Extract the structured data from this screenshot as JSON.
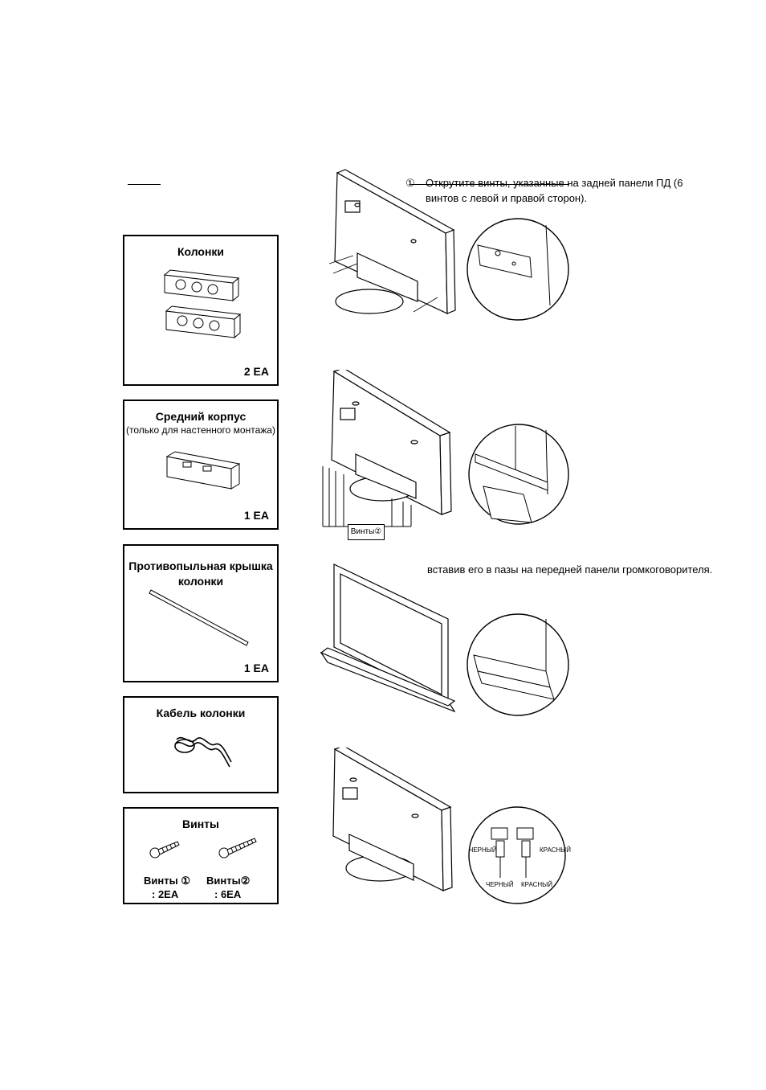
{
  "header": {},
  "parts": [
    {
      "title": "Колонки",
      "subtitle": "",
      "quantity": "2 EA"
    },
    {
      "title": "Средний корпус",
      "subtitle": "(только для настенного монтажа)",
      "quantity": "1 EA"
    },
    {
      "title": "Противопыльная крышка",
      "title2": "колонки",
      "quantity": "1 EA"
    },
    {
      "title": "Кабель колонки",
      "quantity": ""
    },
    {
      "title": "Винты",
      "screw1_label": "Винты ①",
      "screw1_qty": ": 2EA",
      "screw2_label": "Винты②",
      "screw2_qty": ": 6EA"
    }
  ],
  "steps": [
    {
      "marker": "①",
      "text_line1": "Открутите винты, указанные на задней панели ПД (6",
      "text_line2": "винтов с левой и правой сторон)."
    },
    {
      "callout": "Винты②"
    },
    {
      "text": "вставив его в пазы на передней панели громкоговорителя."
    },
    {
      "wire_left": "ЧЕРНЫЙ",
      "wire_right": "КРАСНЫЙ",
      "bottom_left": "ЧЕРНЫЙ",
      "bottom_right": "КРАСНЫЙ"
    }
  ]
}
